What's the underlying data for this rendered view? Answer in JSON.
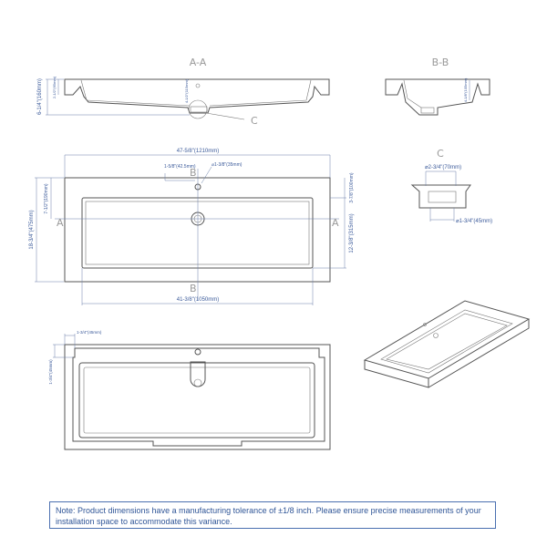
{
  "section_aa": {
    "title": "A-A",
    "height": "6-1/4\"(160mm)",
    "rim_depth": "2-1/2\"(65mm)",
    "center_depth": "4-1/2\"(115mm)",
    "detail_ref": "C"
  },
  "section_bb": {
    "title": "B-B",
    "depth": "4-1/8\"(105mm)"
  },
  "detail_c": {
    "title": "C",
    "top_diameter": "⌀2-3/4\"(70mm)",
    "bottom_diameter": "⌀1-3/4\"(45mm)"
  },
  "top_view": {
    "overall_width": "47-5/8\"(1210mm)",
    "overall_depth": "18-3/4\"(475mm)",
    "basin_width": "41-3/8\"(1050mm)",
    "basin_depth": "12-3/8\"(315mm)",
    "basin_offset": "3-7/8\"(100mm)",
    "drain_offset": "7-1/2\"(190mm)",
    "faucet_offset": "1-5/8\"(42.5mm)",
    "faucet_hole": "⌀1-3/8\"(35mm)",
    "section_a": "A",
    "section_b": "B"
  },
  "bottom_view": {
    "notch_width": "1-3/4\"(45mm)",
    "notch_depth": "1-3/4\"(45mm)"
  },
  "note": "Note: Product dimensions have a manufacturing tolerance of ±1/8 inch. Please ensure precise measurements of your installation space to accommodate this variance."
}
